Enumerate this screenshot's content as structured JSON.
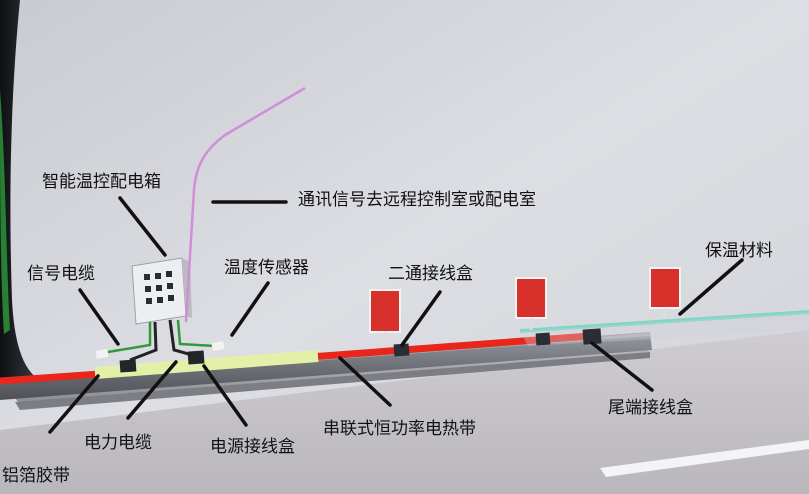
{
  "labels": {
    "control_box": "智能温控配电箱",
    "comm_signal": "通讯信号去远程控制室或配电室",
    "signal_cable": "信号电缆",
    "temp_sensor": "温度传感器",
    "two_way_box": "二通接线盒",
    "insulation": "保温材料",
    "power_cable": "电力电缆",
    "power_box": "电源接线盒",
    "heat_tape": "串联式恒功率电热带",
    "end_box": "尾端接线盒",
    "foil_tape": "铝箔胶带"
  },
  "colors": {
    "wall": "#d4d6db",
    "floor": "#c8c6cc",
    "heat_tape": "#e8261c",
    "foil": "#e4f0a8",
    "insulation": "#7fd6c6",
    "sign": "#d8302a",
    "cabinet": "#e6e8ec",
    "wire_purple": "#cf8ed8",
    "cable_green": "#2e9a3a"
  }
}
